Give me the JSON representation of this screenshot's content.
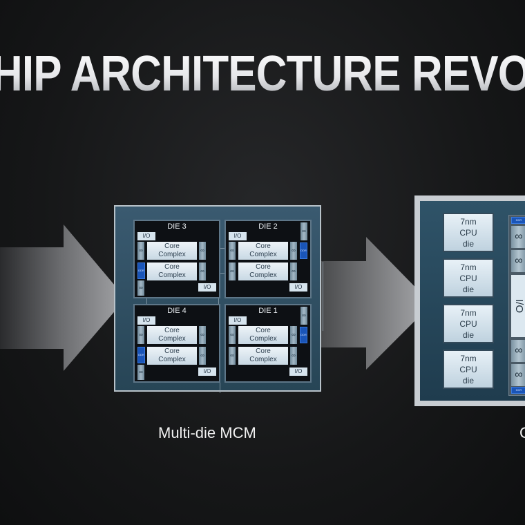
{
  "title": "HIP ARCHITECTURE REVO",
  "mcm": {
    "caption": "Multi-die MCM",
    "dies": [
      {
        "name": "DIE 3",
        "io": "I/O",
        "cc": "Core\nComplex"
      },
      {
        "name": "DIE 2",
        "io": "I/O",
        "cc": "Core\nComplex"
      },
      {
        "name": "DIE 4",
        "io": "I/O",
        "cc": "Core\nComplex"
      },
      {
        "name": "DIE 1",
        "io": "I/O",
        "cc": "Core\nComplex"
      }
    ],
    "core_complex_label": "Core Complex",
    "io_label": "I/O",
    "infinity_symbol": "∞",
    "ddr_label": "DDR"
  },
  "chiplet": {
    "caption": "C",
    "cpu_die_lines": [
      "7nm",
      "CPU",
      "die"
    ],
    "io_label": "I/O",
    "infinity_symbol": "∞",
    "ddr_label": "DDR"
  }
}
